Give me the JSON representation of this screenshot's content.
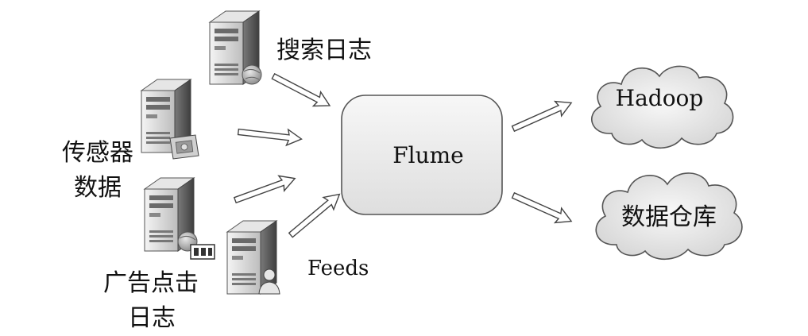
{
  "sources": {
    "search_log": "搜索日志",
    "sensor_line1": "传感器",
    "sensor_line2": "数据",
    "ad_click_line1": "广告点击",
    "ad_click_line2": "日志",
    "feeds": "Feeds"
  },
  "center": {
    "label": "Flume"
  },
  "sinks": {
    "hadoop": "Hadoop",
    "data_warehouse": "数据仓库"
  },
  "icons": {
    "server": "server-icon",
    "globe": "globe-icon",
    "money": "money-icon",
    "film": "film-icon",
    "user": "user-icon",
    "cloud": "cloud-icon",
    "arrow": "hollow-arrow-icon"
  },
  "colors": {
    "server_front": "#5a5a5a",
    "server_side": "#d8d8d8",
    "box_fill": "#ececec",
    "stroke": "#444444"
  }
}
